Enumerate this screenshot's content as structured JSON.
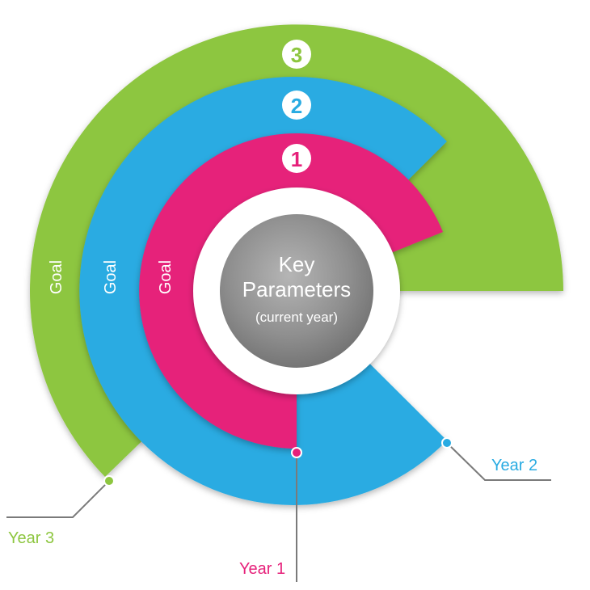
{
  "center": {
    "title_line1": "Key",
    "title_line2": "Parameters",
    "subtitle": "(current year)"
  },
  "rings": [
    {
      "number": "1",
      "goal_label": "Goal",
      "year_label": "Year 1",
      "color": "#e6207a"
    },
    {
      "number": "2",
      "goal_label": "Goal",
      "year_label": "Year 2",
      "color": "#29abe2"
    },
    {
      "number": "3",
      "goal_label": "Goal",
      "year_label": "Year 3",
      "color": "#8dc63f"
    }
  ],
  "colors": {
    "center_gray": "#8a8a8a",
    "white_ring": "#ffffff",
    "leader_line": "#7a7a7a"
  }
}
